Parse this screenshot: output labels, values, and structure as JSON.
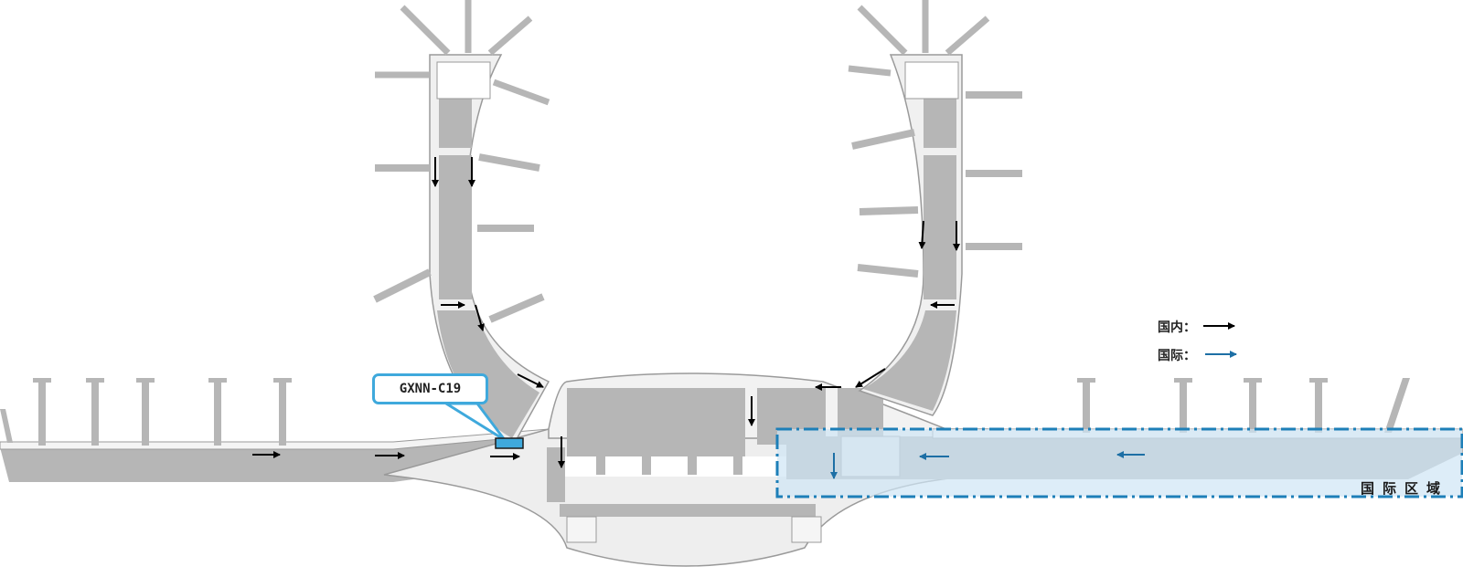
{
  "gate": {
    "label": "GXNN-C19",
    "color": "#3fa9dc"
  },
  "legend": {
    "domestic": {
      "label": "国内：",
      "color": "#000000"
    },
    "international": {
      "label": "国际：",
      "color": "#1d6fa5"
    }
  },
  "zone": {
    "label": "国际区域",
    "fill": "#cfe5f5",
    "border": "#1d7fb8"
  },
  "colors": {
    "building": "#b6b6b6",
    "corridor": "#ffffff",
    "outline": "#9a9a9a"
  }
}
